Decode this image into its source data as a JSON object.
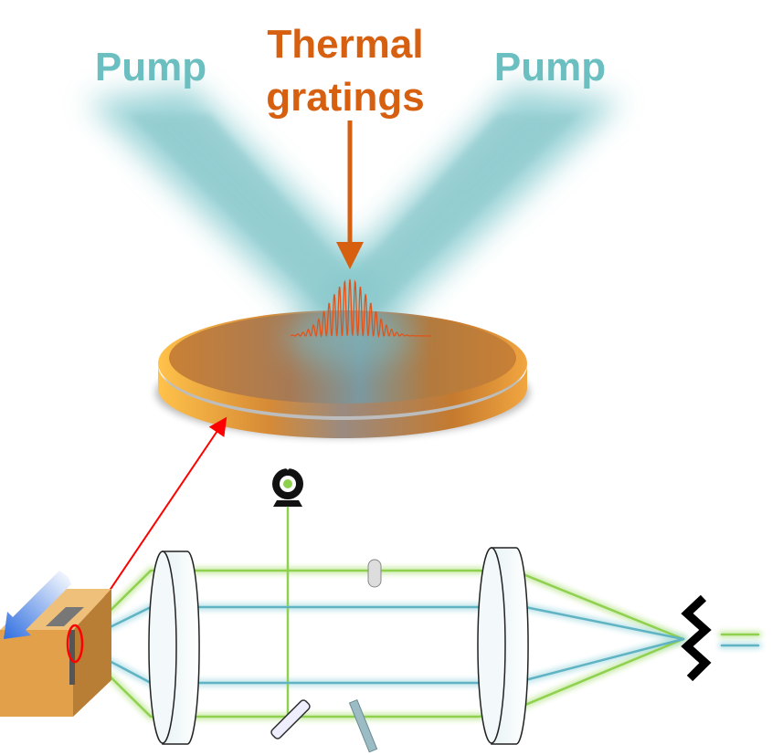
{
  "labels": {
    "pump_left": "Pump",
    "pump_right": "Pump",
    "thermal_line1": "Thermal",
    "thermal_line2": "gratings"
  },
  "icons": {
    "camera": "webcam-icon",
    "detector": "zigzag-detector-icon",
    "motion": "translation-arrow-icon"
  },
  "colors": {
    "pump": "#6cbfc0",
    "grating": "#d65f10",
    "probe_green": "#8fd14f",
    "probe_blue": "#5fb3c3",
    "disk": "#c47c32",
    "pointer": "#ff0000"
  }
}
